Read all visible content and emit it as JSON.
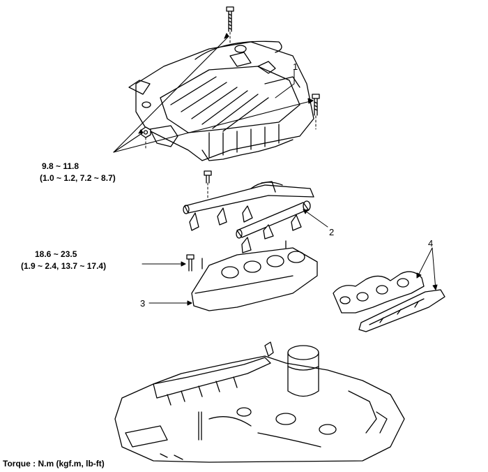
{
  "callouts": {
    "c1": "1",
    "c2": "2",
    "c3": "3",
    "c4": "4"
  },
  "torque_specs": {
    "upper": {
      "value": "9.8 ~ 11.8",
      "units": "(1.0 ~ 1.2, 7.2 ~ 8.7)"
    },
    "lower": {
      "value": "18.6 ~ 23.5",
      "units": "(1.9 ~ 2.4, 13.7 ~ 17.4)"
    }
  },
  "footer": {
    "torque_note": "Torque : N.m (kgf.m, lb-ft)"
  },
  "icons": [
    "bolt-icon",
    "nut-icon"
  ]
}
